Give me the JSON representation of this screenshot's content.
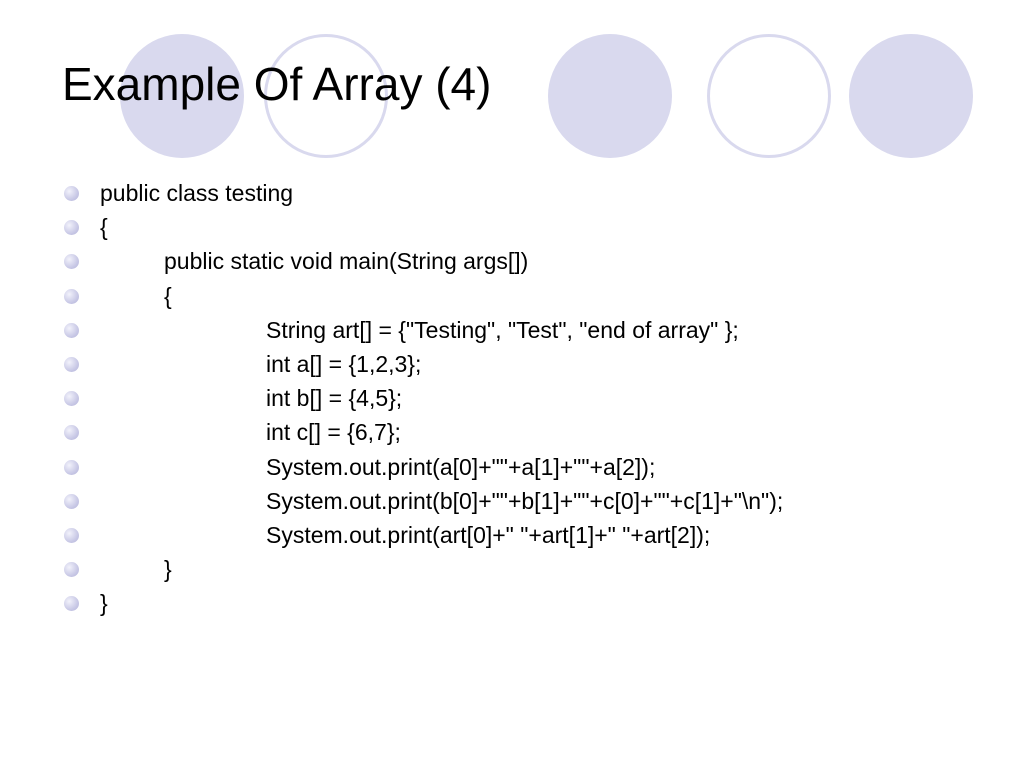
{
  "slide": {
    "title": "Example Of Array (4)",
    "lines": [
      "public class testing",
      "{",
      "public static void main(String args[])",
      "{",
      "String art[] = {\"Testing\", \"Test\", \"end of array\" };",
      "int a[] = {1,2,3};",
      "int b[] = {4,5};",
      "int c[] = {6,7};",
      "System.out.print(a[0]+\"\"+a[1]+\"\"+a[2]);",
      "System.out.print(b[0]+\"\"+b[1]+\"\"+c[0]+\"\"+c[1]+\"\\n\");",
      "System.out.print(art[0]+\" \"+art[1]+\" \"+art[2]);",
      "}",
      "}"
    ]
  },
  "colors": {
    "decor": "#d9d9ee",
    "bullet": "#c9c9e6",
    "text": "#000000",
    "background": "#ffffff"
  }
}
